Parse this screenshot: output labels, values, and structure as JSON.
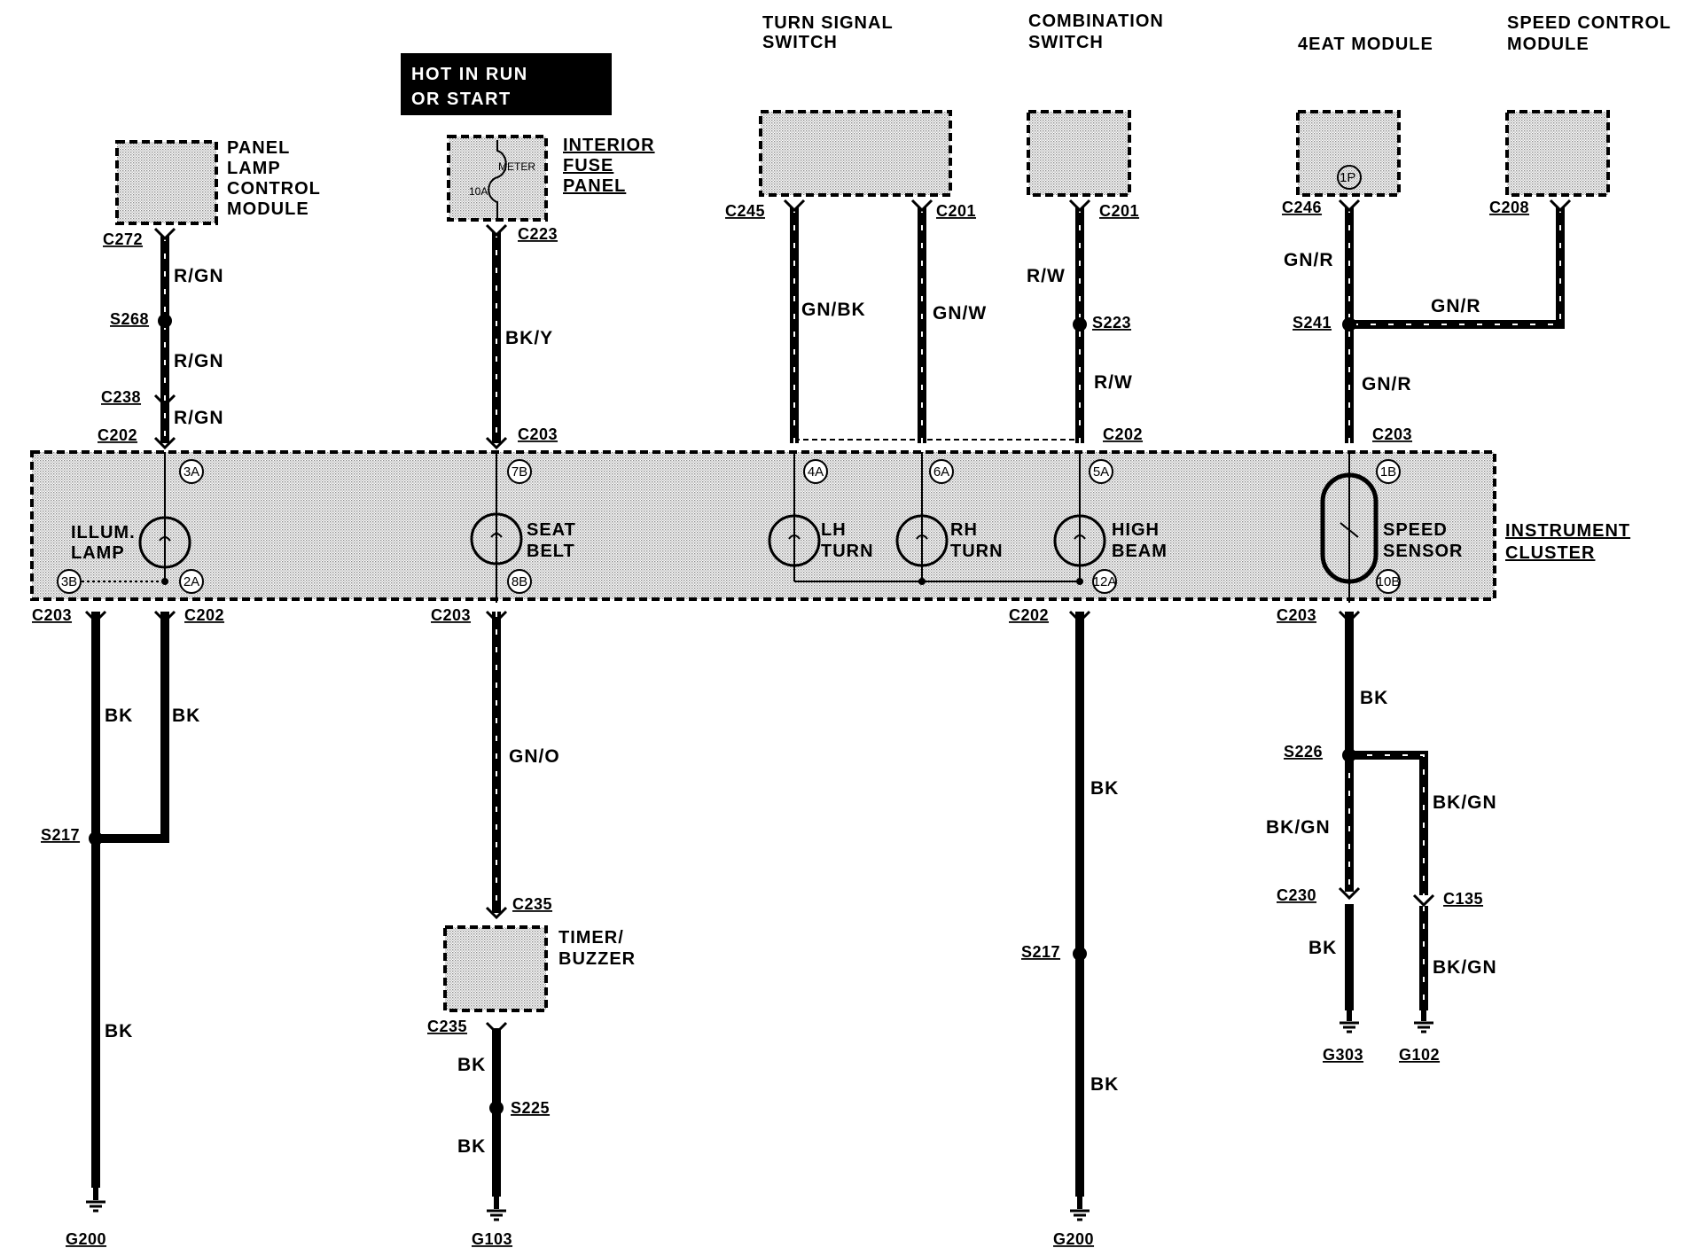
{
  "notice": {
    "line1": "HOT IN RUN",
    "line2": "OR START"
  },
  "components": {
    "panel_lamp": [
      "PANEL",
      "LAMP",
      "CONTROL",
      "MODULE"
    ],
    "interior_fuse": [
      "INTERIOR",
      "FUSE",
      "PANEL"
    ],
    "fuse_meter": "METER",
    "fuse_rating": "10A",
    "turn_signal": [
      "TURN SIGNAL",
      "SWITCH"
    ],
    "combination": [
      "COMBINATION",
      "SWITCH"
    ],
    "eat_module": "4EAT MODULE",
    "eat_pin": "1P",
    "speed_control": [
      "SPEED CONTROL",
      "MODULE"
    ],
    "cluster": [
      "INSTRUMENT",
      "CLUSTER"
    ],
    "timer_buzzer": [
      "TIMER/",
      "BUZZER"
    ]
  },
  "lamps": {
    "illum": [
      "ILLUM.",
      "LAMP"
    ],
    "seat": [
      "SEAT",
      "BELT"
    ],
    "lh": [
      "LH",
      "TURN"
    ],
    "rh": [
      "RH",
      "TURN"
    ],
    "high": [
      "HIGH",
      "BEAM"
    ],
    "speed": [
      "SPEED",
      "SENSOR"
    ]
  },
  "pins": [
    "3A",
    "3B",
    "2A",
    "7B",
    "8B",
    "4A",
    "6A",
    "5A",
    "12A",
    "1B",
    "10B"
  ],
  "connectors": {
    "c272": "C272",
    "s268": "S268",
    "c238": "C238",
    "c202_a": "C202",
    "c223": "C223",
    "c203_a": "C203",
    "c245": "C245",
    "c201_a": "C201",
    "c201_b": "C201",
    "s223": "S223",
    "c202_b": "C202",
    "c246": "C246",
    "c208": "C208",
    "s241": "S241",
    "c203_b": "C203",
    "c203_c": "C203",
    "c202_c": "C202",
    "c203_d": "C203",
    "c202_d": "C202",
    "c203_e": "C203",
    "s217_a": "S217",
    "c235_a": "C235",
    "c235_b": "C235",
    "s225": "S225",
    "s217_b": "S217",
    "s226": "S226",
    "c230": "C230",
    "c135": "C135",
    "g200_a": "G200",
    "g103": "G103",
    "g200_b": "G200",
    "g303": "G303",
    "g102": "G102"
  },
  "wires": {
    "rgn1": "R/GN",
    "rgn2": "R/GN",
    "rgn3": "R/GN",
    "bky": "BK/Y",
    "gnbk": "GN/BK",
    "gnw": "GN/W",
    "rw1": "R/W",
    "rw2": "R/W",
    "gnr1": "GN/R",
    "gnr2": "GN/R",
    "gnr3": "GN/R",
    "bk1": "BK",
    "bk2": "BK",
    "bk3": "BK",
    "gno": "GN/O",
    "bk4": "BK",
    "bk5": "BK",
    "bk6": "BK",
    "bk7": "BK",
    "bk8": "BK",
    "bkgn1": "BK/GN",
    "bkgn2": "BK/GN",
    "bk9": "BK",
    "bkgn3": "BK/GN"
  }
}
